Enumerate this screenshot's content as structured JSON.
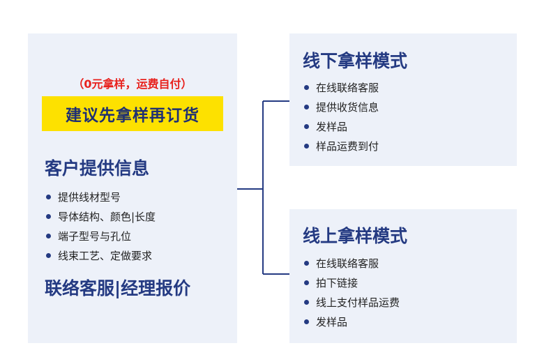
{
  "left": {
    "note": "（0元拿样，运费自付）",
    "highlight": "建议先拿样再订货",
    "heading": "客户提供信息",
    "items": [
      "提供线材型号",
      "导体结构、颜色|长度",
      "端子型号与孔位",
      "线束工艺、定做要求"
    ],
    "footer": "联络客服|经理报价"
  },
  "offline": {
    "title": "线下拿样模式",
    "items": [
      "在线联络客服",
      "提供收货信息",
      "发样品",
      "样品运费到付"
    ]
  },
  "online": {
    "title": "线上拿样模式",
    "items": [
      "在线联络客服",
      "拍下链接",
      "线上支付样品运费",
      "发样品"
    ]
  },
  "colors": {
    "accent": "#243a82",
    "highlight_bg": "#fde100",
    "note_red": "#e8211d",
    "panel_bg": "#edf1f9"
  }
}
